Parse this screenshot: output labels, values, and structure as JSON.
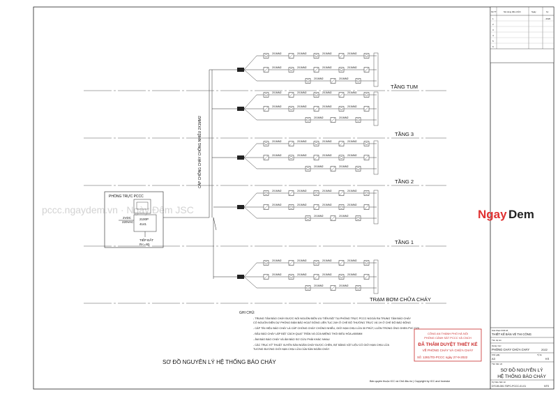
{
  "floors": {
    "tum": "TẦNG TUM",
    "f3": "TẦNG 3",
    "f2": "TẦNG 2",
    "f1": "TẦNG 1",
    "pump": "TRẠM BƠM CHỮA CHÁY"
  },
  "cable": "2X1MM2",
  "cable_riser": "CÁP CHỐNG CHÁY CHỐNG NHIỄU 2X1MM2",
  "control_room": {
    "title": "PHÒNG TRỰC PCCC",
    "panel_a": "2100P",
    "panel_b": "4141",
    "v1": "2VDC",
    "v2": "220VAC",
    "ground_1": "TIẾP ĐẤT",
    "ground_2": "R<=4Ω"
  },
  "notes": {
    "heading": "GHI CHÚ:",
    "lines": [
      "- TRUNG TÂM BÁO CHÁY ĐƯỢC NỐI NGUỒN ĐIỆN ƯU TIÊN ĐẶT TẠI PHÒNG TRỰC PCCC NGOÀI RA TRUNG TÂM BÁO CHÁY",
      "  CÓ NGUỒN ĐIỆN DỰ PHÒNG ĐẢM BẢO HOẠT ĐỘNG LIÊN TỤC 24H Ở CHẾ ĐỘ THƯỜNG TRỰC VÀ 1H Ở CHẾ ĐỘ BÁO ĐỘNG",
      "- CÁP TÍN HIỆU BÁO CHÁY LÀ CÁP CHỐNG CHÁY CHỐNG NHIỄU, GIỚI HẠN CHỊU LỬA 30 PHÚT, LUỒN TRONG ỐNG GHEN PVC D20",
      "- ĐẦU BÁO CHÁY LẮP ĐẶT CÁCH QUẠT TRẦN VÀ CỬA MIỆNG THỔI ĐIỀU HÒA ≥500MM",
      "- ÂM BÁO BÁO CHÁY VÀ ÂM BÁO SƠ CỨU PHẢI KHÁC NHAU",
      "- CÁC TRỤC KỸ THUẬT XUYÊN SÀN NGĂN CHÁY ĐƯỢC CHÈN, BỊT BẰNG VẬT LIỆU CÓ GIỚI HẠN CHỊU LỬA",
      "  TƯƠNG ĐƯƠNG GIỚI HẠN CHỊU LỬA CỦA SÀN NGĂN CHÁY"
    ]
  },
  "drawing_title": "SƠ ĐỒ NGUYÊN LÝ HỆ THỐNG BÁO CHÁY",
  "watermark_text": "pccc.ngaydem.vn · Ngày Đêm JSC",
  "logo": {
    "part1": "Ngay",
    "part2": "Dem"
  },
  "stamp": {
    "line1": "CÔNG AN THÀNH PHỐ HÀ NỘI",
    "line2": "PHÒNG CẢNH SÁT PCCC VÀ CNCH",
    "line3": "ĐÃ THẨM DUYỆT THIẾT KẾ",
    "line4": "VỀ PHÒNG CHÁY VÀ CHỮA CHÁY",
    "line5": "Số: 1281/TD-PCCC ngày 27-9-2022"
  },
  "title_block": {
    "rev_headers": [
      "Số TT",
      "Nội dung điều chỉnh",
      "Ngày",
      "Ký"
    ],
    "rev_rows": [
      "1",
      "2",
      "3",
      "4",
      "5",
      "6"
    ],
    "rev_date": "...2020",
    "stage_label": "Giai đoạn thiết kế",
    "stage": "THIẾT KẾ BẢN VẼ THI CÔNG",
    "project_label": "Tên dự án",
    "category_label": "Hạng mục",
    "category": "PHÒNG CHÁY CHỮA CHÁY",
    "year": "2022",
    "size_label": "Khổ giấy",
    "size": "A3",
    "scale_label": "Tỷ lệ",
    "scale": "KS",
    "sheet_label": "Tên bản vẽ",
    "sheet_name_1": "SƠ ĐỒ NGUYÊN LÝ",
    "sheet_name_2": "HỆ THỐNG BÁO CHÁY",
    "number_label": "Ký hiệu bản vẽ",
    "number": "DTC/B.000-TDPC-PCCC-01.01",
    "rev_code": "NTS"
  },
  "copyright": "Bản quyền thuộc ICC và Chủ đầu tư | Copyright by ICC and Investor"
}
